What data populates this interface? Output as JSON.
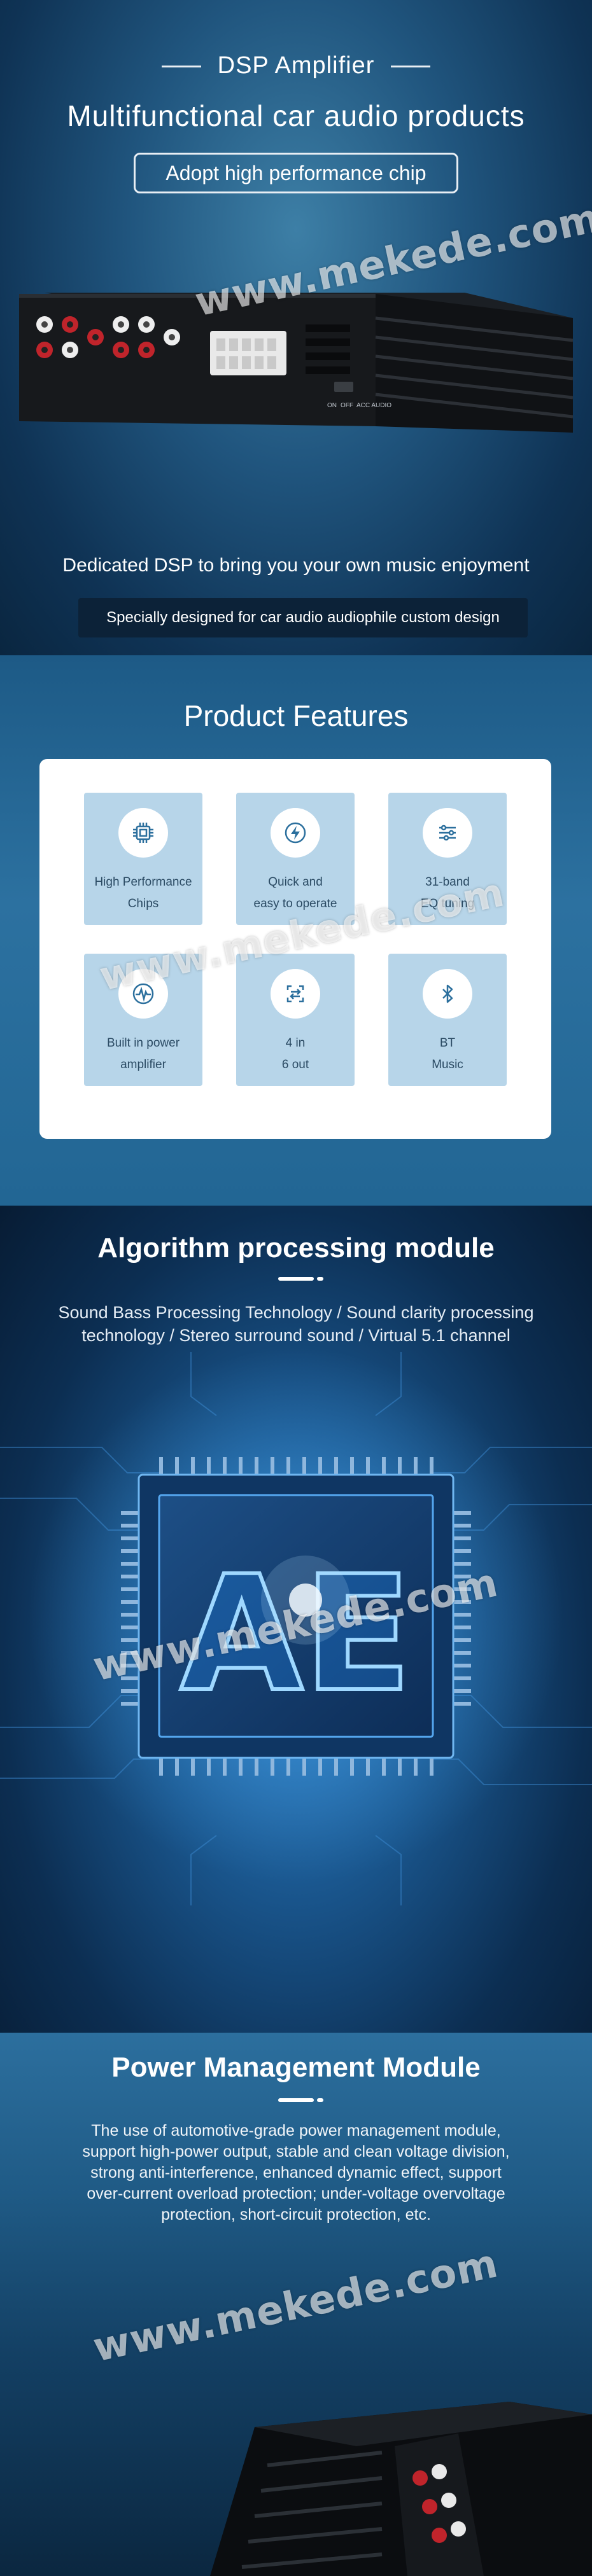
{
  "hero": {
    "subtitle": "DSP Amplifier",
    "title": "Multifunctional car audio products",
    "pill": "Adopt high performance chip",
    "tagline": "Dedicated DSP to bring you your own music enjoyment",
    "badge": "Specially designed for car audio audiophile custom design",
    "device_labels": {
      "switch_on": "ON",
      "switch_off": "OFF",
      "acc": "ACC AUDIO"
    }
  },
  "features": {
    "title": "Product Features",
    "items": [
      {
        "line1": "High Performance",
        "line2": "Chips",
        "icon": "chip-icon"
      },
      {
        "line1": "Quick and",
        "line2": "easy to operate",
        "icon": "lightning-icon"
      },
      {
        "line1": "31-band",
        "line2": "EQ tuning",
        "icon": "sliders-icon"
      },
      {
        "line1": "Built in power",
        "line2": "amplifier",
        "icon": "amplifier-icon"
      },
      {
        "line1": "4 in",
        "line2": "6 out",
        "icon": "io-icon"
      },
      {
        "line1": "BT",
        "line2": "Music",
        "icon": "bluetooth-icon"
      }
    ]
  },
  "algorithm": {
    "title": "Algorithm processing module",
    "line1": "Sound Bass Processing Technology / Sound clarity processing",
    "line2": "technology /  Stereo surround sound /  Virtual 5.1 channel",
    "chip_text": "AE"
  },
  "power": {
    "title": "Power Management Module",
    "lines": [
      "The use of automotive-grade power management module,",
      "support high-power output, stable and clean voltage division,",
      "strong anti-interference, enhanced dynamic effect, support",
      "over-current overload protection; under-voltage overvoltage",
      "protection, short-circuit protection, etc."
    ]
  },
  "watermark": "www.mekede.com",
  "colors": {
    "hero_bg": "#20557e",
    "card_bg": "#ffffff",
    "feature_tile": "#b7d5e9",
    "icon_blue": "#2b6f9d",
    "chip_glow": "#3fa9ff"
  }
}
